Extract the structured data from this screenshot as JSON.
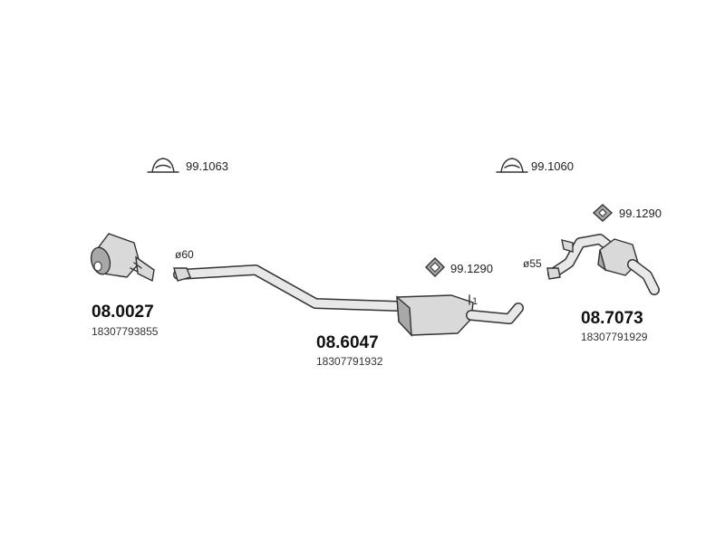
{
  "accessories": {
    "clamp_left": "99.1063",
    "clamp_right": "99.1060",
    "mount_middle": "99.1290",
    "mount_right": "99.1290"
  },
  "diameters": {
    "front": "ø60",
    "rear": "ø55"
  },
  "parts": {
    "catalyst": {
      "number": "08.0027",
      "oe": "18307793855"
    },
    "middle_silencer": {
      "number": "08.6047",
      "oe": "18307791932",
      "marker": "1"
    },
    "rear_silencer": {
      "number": "08.7073",
      "oe": "18307791929"
    }
  }
}
